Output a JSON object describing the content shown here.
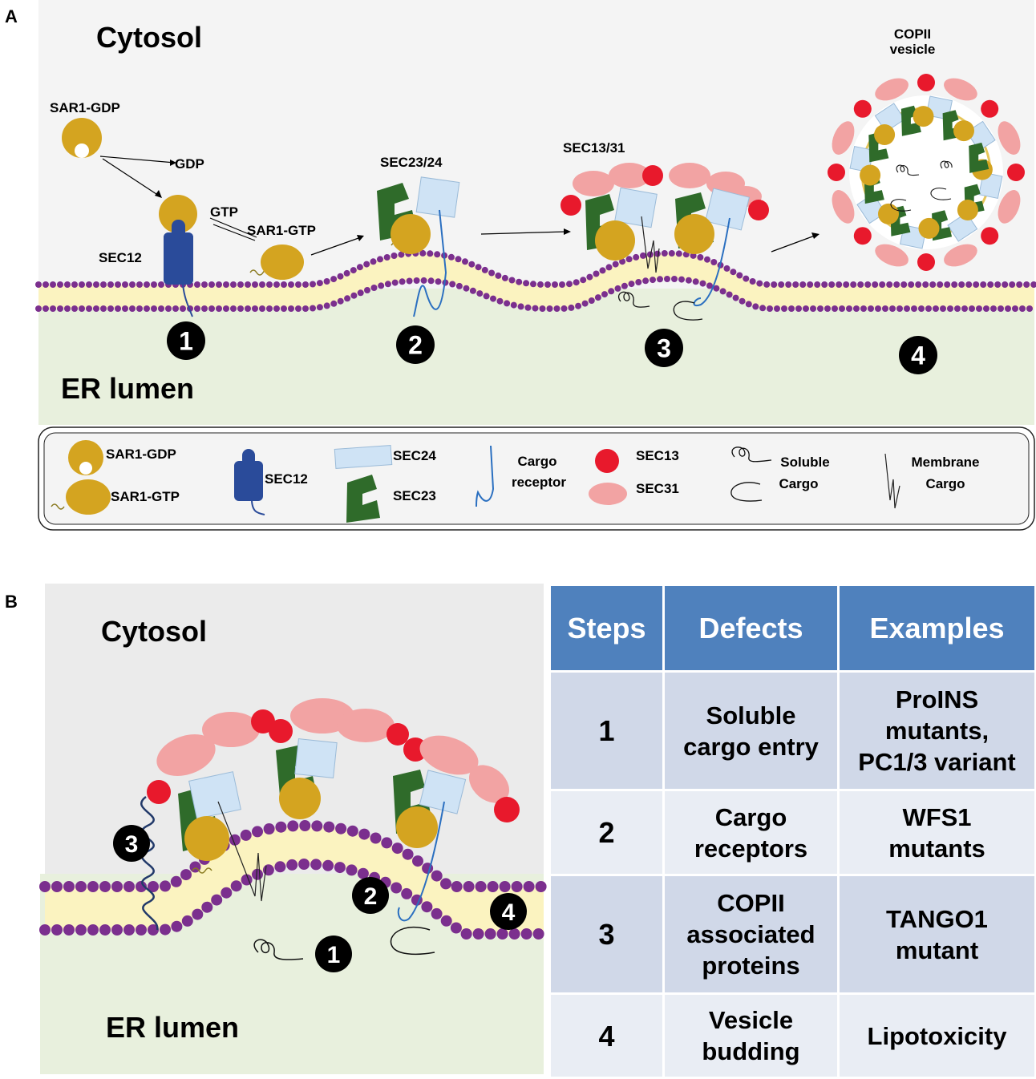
{
  "panelA": {
    "letter": "A",
    "cytosol": "Cytosol",
    "er_lumen": "ER lumen",
    "copii_vesicle": [
      "COPII",
      "vesicle"
    ],
    "labels": {
      "sar1_gdp": "SAR1-GDP",
      "gdp": "GDP",
      "gtp": "GTP",
      "sar1_gtp": "SAR1-GTP",
      "sec12": "SEC12",
      "sec23_24": "SEC23/24",
      "sec13_31": "SEC13/31"
    },
    "steps": [
      "1",
      "2",
      "3",
      "4"
    ],
    "legend": {
      "sar1_gdp": "SAR1-GDP",
      "sar1_gtp": "SAR1-GTP",
      "sec12": "SEC12",
      "sec24": "SEC24",
      "sec23": "SEC23",
      "cargo_receptor": [
        "Cargo",
        "receptor"
      ],
      "sec13": "SEC13",
      "sec31": "SEC31",
      "soluble_cargo": [
        "Soluble",
        "Cargo"
      ],
      "membrane_cargo": [
        "Membrane",
        "Cargo"
      ]
    }
  },
  "panelB": {
    "letter": "B",
    "cytosol": "Cytosol",
    "er_lumen": "ER lumen",
    "steps": [
      "1",
      "2",
      "3",
      "4"
    ],
    "table": {
      "headers": [
        "Steps",
        "Defects",
        "Examples"
      ],
      "rows": [
        {
          "step": "1",
          "defect": [
            "Soluble",
            "cargo entry"
          ],
          "example": [
            "ProINS",
            "mutants,",
            "PC1/3 variant"
          ]
        },
        {
          "step": "2",
          "defect": [
            "Cargo",
            "receptors"
          ],
          "example": [
            "WFS1",
            "mutants"
          ]
        },
        {
          "step": "3",
          "defect": [
            "COPII",
            "associated",
            "proteins"
          ],
          "example": [
            "TANGO1",
            "mutant"
          ]
        },
        {
          "step": "4",
          "defect": [
            "Vesicle",
            "budding"
          ],
          "example": [
            "Lipotoxicity"
          ]
        }
      ]
    }
  },
  "colors": {
    "cytosol_bg": "#f4f4f4",
    "lumen_bg": "#e8f0dd",
    "membrane_head": "#7b2f8e",
    "membrane_tail": "#f2e27a",
    "sar1": "#d4a420",
    "sec12": "#2a4b9a",
    "sec23": "#2f6b2a",
    "sec24": "#cfe3f5",
    "sec13": "#e8192c",
    "sec31": "#f2a3a3",
    "cargo_receptor": "#2a6fc0",
    "table_header": "#4f81bd",
    "table_row_odd": "#d0d8e8",
    "table_row_even": "#e9edf4"
  }
}
